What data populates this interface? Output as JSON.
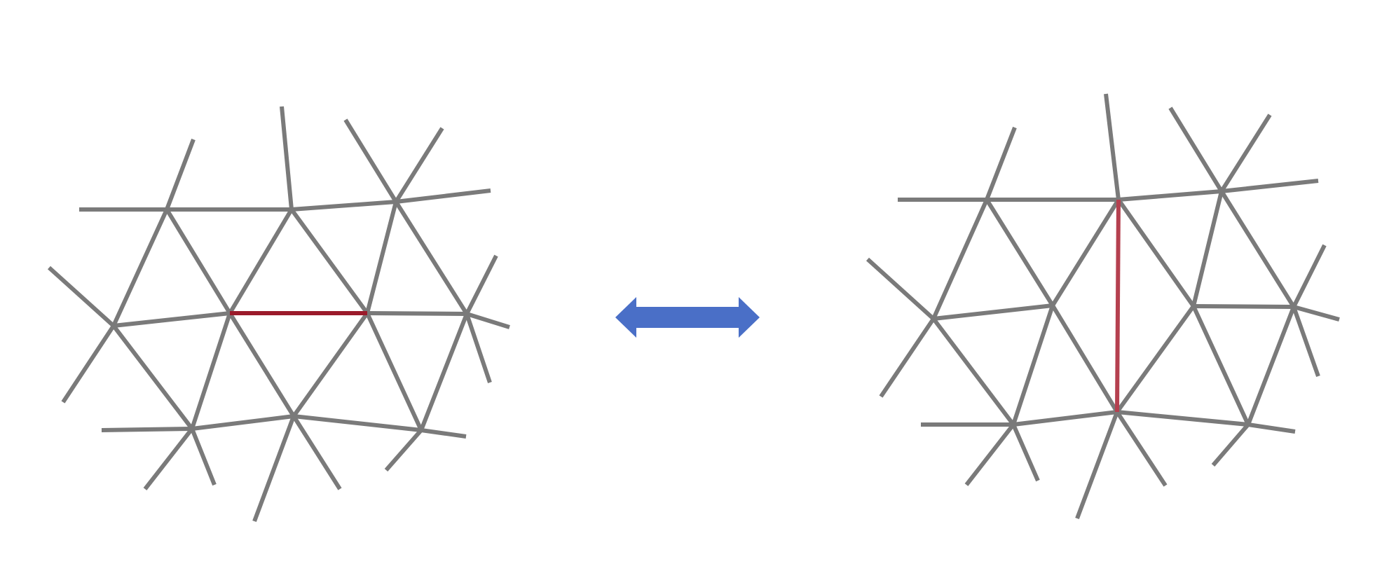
{
  "diagram": {
    "type": "edge-flip",
    "colors": {
      "edge": "#7a7a7a",
      "highlight_left": "#9b1b2b",
      "highlight_right": "#b5404f",
      "arrow": "#4a6fc7"
    },
    "left_mesh": {
      "highlighted_edge": "horizontal"
    },
    "right_mesh": {
      "highlighted_edge": "vertical"
    },
    "arrow_icon": "double-headed-arrow-icon"
  }
}
